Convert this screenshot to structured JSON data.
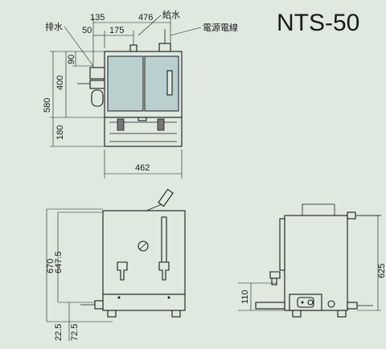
{
  "model_name": "NTS-50",
  "labels": {
    "drain": "排水",
    "water_supply": "給水",
    "power_cord": "電源電線"
  },
  "dimensions": {
    "top_d135": "135",
    "top_d476": "476",
    "top_d50": "50",
    "top_d175": "175",
    "left_d90": "90",
    "left_d400": "400",
    "left_d580": "580",
    "left_d180": "180",
    "bottom_d462": "462",
    "front_d670": "670",
    "front_d647_5": "647.5",
    "front_d22_5": "22.5",
    "front_d72_5": "72.5",
    "side_d625": "625",
    "side_d110": "110"
  }
}
